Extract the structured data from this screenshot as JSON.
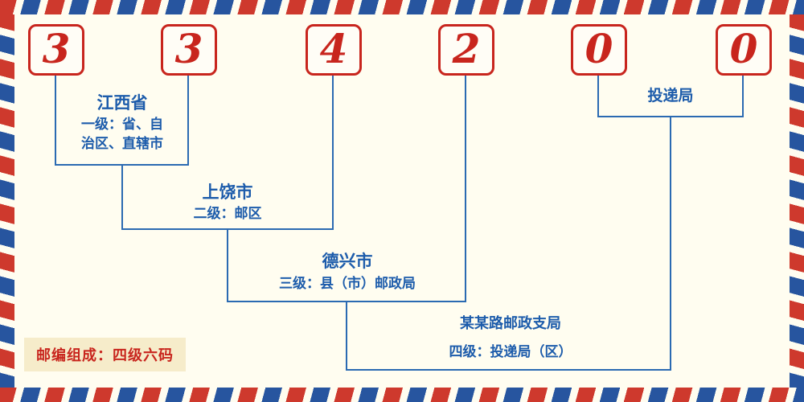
{
  "postal_code": {
    "digits": [
      "3",
      "3",
      "4",
      "2",
      "0",
      "0"
    ]
  },
  "labels": {
    "level1": {
      "name": "江西省",
      "desc1": "一级：省、自",
      "desc2": "治区、直辖市"
    },
    "level2": {
      "name": "上饶市",
      "desc": "二级：邮区"
    },
    "level3": {
      "name": "德兴市",
      "desc": "三级：县（市）邮政局"
    },
    "level4": {
      "name": "某某路邮政支局",
      "desc": "四级：投递局（区）"
    },
    "delivery": "投递局",
    "footer": "邮编组成：四级六码"
  },
  "colors": {
    "digit_red": "#c8251d",
    "label_blue": "#1d5cab",
    "line_blue": "#2b6ab2",
    "stripe_red": "#ce392d",
    "stripe_blue": "#27559f",
    "background": "#fffdf0",
    "badge_background": "#f6ecca"
  }
}
